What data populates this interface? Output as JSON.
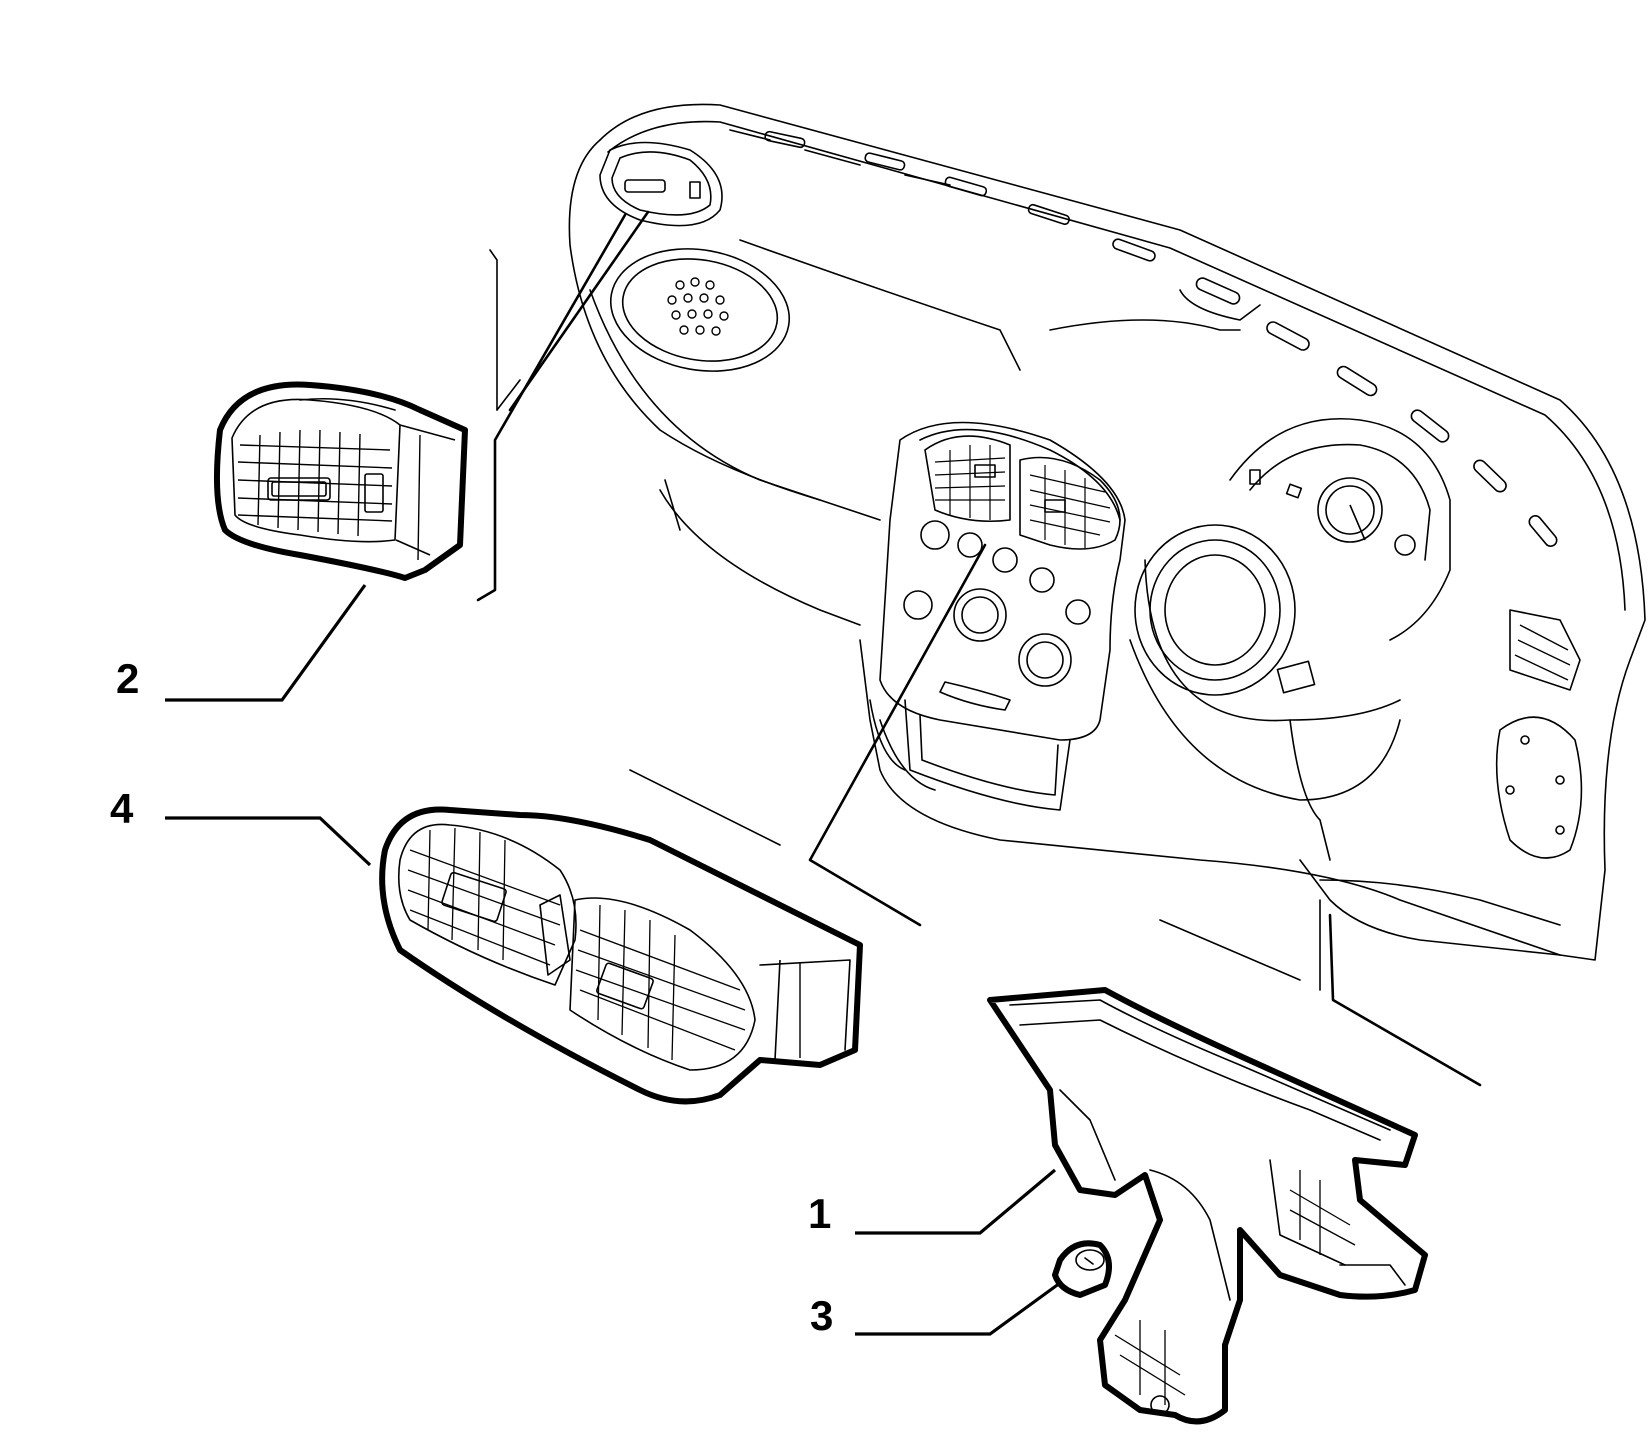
{
  "callouts": [
    {
      "id": "c2",
      "label": "2"
    },
    {
      "id": "c4",
      "label": "4"
    },
    {
      "id": "c1",
      "label": "1"
    },
    {
      "id": "c3",
      "label": "3"
    }
  ],
  "icons": {
    "dashboard": "dashboard-assembly-drawing",
    "side_vent": "side-air-vent-drawing",
    "center_vent": "center-air-vent-drawing",
    "duct": "air-duct-drawing",
    "plug": "plug-cap-drawing"
  }
}
